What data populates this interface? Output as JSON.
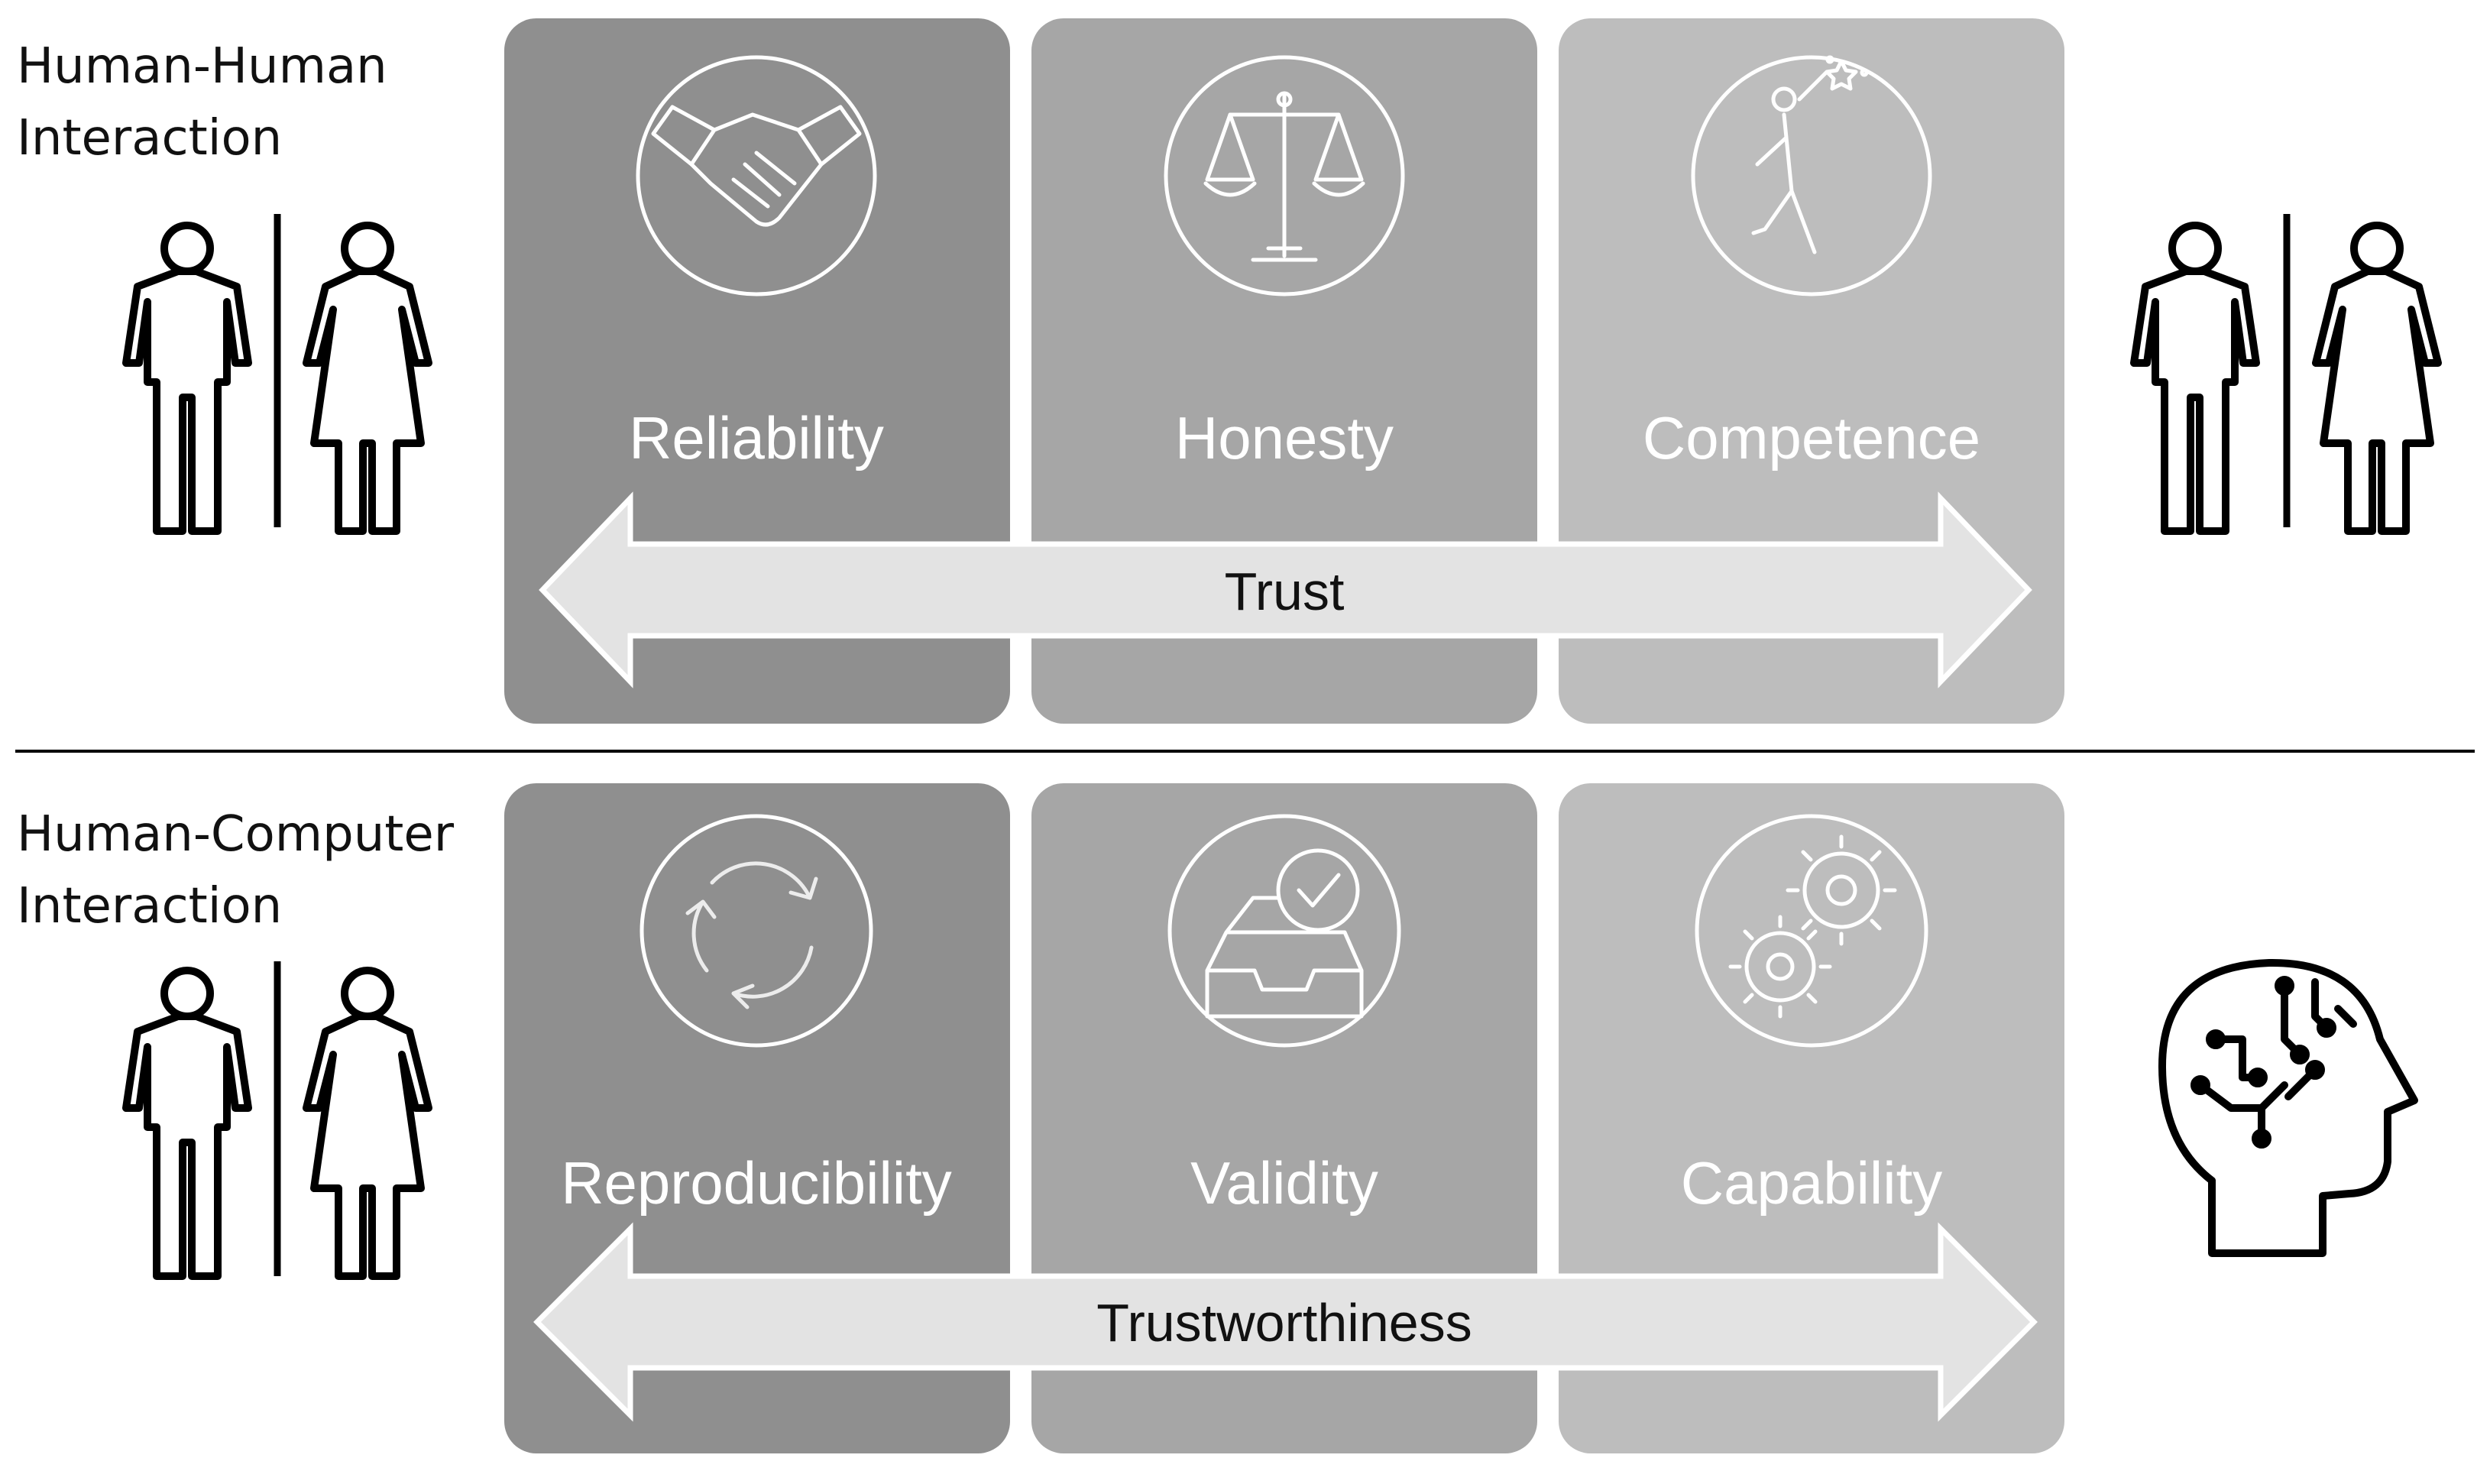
{
  "top_row": {
    "side_label_line1": "Human-Human",
    "side_label_line2": "Interaction",
    "cards": [
      {
        "label": "Reliability",
        "icon": "handshake-icon",
        "color": "#8f8f8f"
      },
      {
        "label": "Honesty",
        "icon": "scales-icon",
        "color": "#a6a6a6"
      },
      {
        "label": "Competence",
        "icon": "reaching-star-icon",
        "color": "#bdbdbd"
      }
    ],
    "arrow_label": "Trust"
  },
  "bottom_row": {
    "side_label_line1": "Human-Computer",
    "side_label_line2": "Interaction",
    "cards": [
      {
        "label": "Reproducibility",
        "icon": "cycle-arrows-icon",
        "color": "#8f8f8f"
      },
      {
        "label": "Validity",
        "icon": "inbox-check-icon",
        "color": "#a6a6a6"
      },
      {
        "label": "Capability",
        "icon": "gears-icon",
        "color": "#bdbdbd"
      }
    ],
    "arrow_label": "Trustworthiness"
  },
  "arrow_color": "#e3e3e3"
}
